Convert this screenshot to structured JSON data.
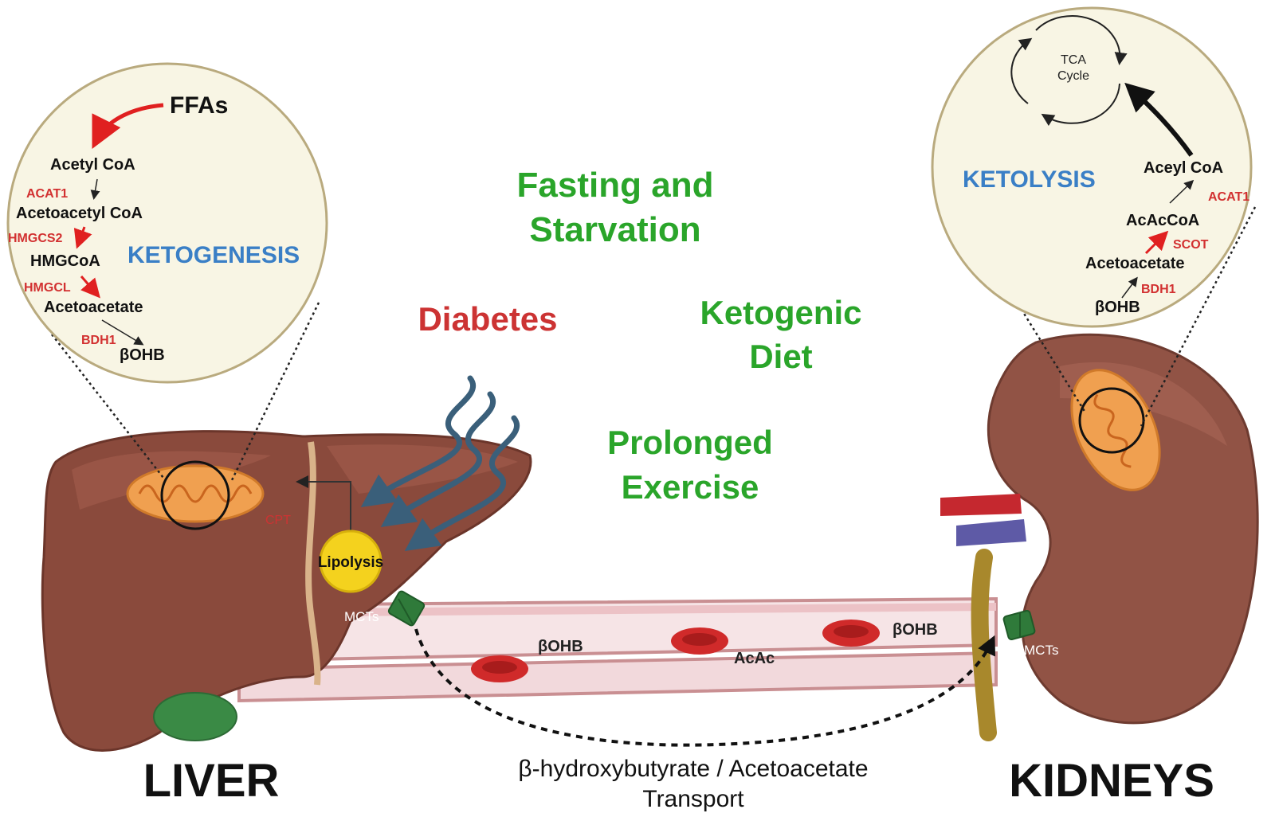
{
  "colors": {
    "liver": "#8a4a3c",
    "liver_light": "#a35d4d",
    "kidney": "#915345",
    "mito": "#f0a050",
    "vessel": "#f6e4e6",
    "vessel_edge": "#c98f92",
    "rbc": "#d02a2a",
    "green": "#2aa52a",
    "red_text": "#cc3333",
    "blue_text": "#3a7fc6",
    "enzyme": "#d23030",
    "circle_fill": "#f8f5e4",
    "circle_edge": "#b9aa7e",
    "transporter": "#2f7a3a",
    "lipolysis": "#f4d21e"
  },
  "conditions": {
    "fasting_line1": "Fasting and",
    "fasting_line2": "Starvation",
    "diabetes": "Diabetes",
    "keto_line1": "Ketogenic",
    "keto_line2": "Diet",
    "exercise_line1": "Prolonged",
    "exercise_line2": "Exercise"
  },
  "liver_inset": {
    "ffas": "FFAs",
    "acetyl_coa": "Acetyl CoA",
    "acat1": "ACAT1",
    "acetoacetyl_coa": "Acetoacetyl CoA",
    "hmgcs2": "HMGCS2",
    "hmgcoa": "HMGCoA",
    "ketogenesis": "KETOGENESIS",
    "hmgcl": "HMGCL",
    "acetoacetate": "Acetoacetate",
    "bdh1": "BDH1",
    "bohb": "βOHB"
  },
  "kidney_inset": {
    "tca_line1": "TCA",
    "tca_line2": "Cycle",
    "ketolysis": "KETOLYSIS",
    "aceyl_coa": "Aceyl CoA",
    "acat1": "ACAT1",
    "acaccoa": "AcAcCoA",
    "scot": "SCOT",
    "acetoacetate": "Acetoacetate",
    "bdh1": "BDH1",
    "bohb": "βOHB"
  },
  "liver": {
    "cpt": "CPT",
    "lipolysis": "Lipolysis",
    "mcts": "MCTs",
    "label": "LIVER"
  },
  "blood": {
    "bohb1": "βOHB",
    "acac": "AcAc",
    "bohb2": "βOHB"
  },
  "kidney": {
    "mcts": "MCTs",
    "label": "KIDNEYS"
  },
  "transport": {
    "line1": "β-hydroxybutyrate / Acetoacetate",
    "line2": "Transport"
  }
}
